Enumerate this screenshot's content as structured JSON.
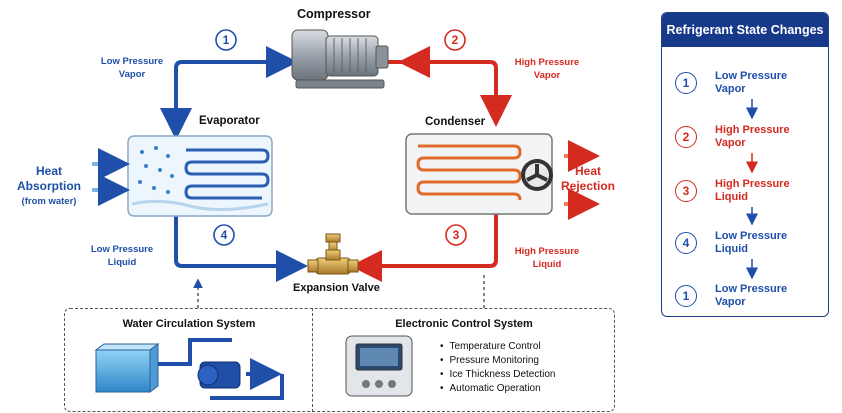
{
  "components": {
    "compressor": "Compressor",
    "evaporator": "Evaporator",
    "condenser": "Condenser",
    "expansion_valve": "Expansion Valve"
  },
  "stages": {
    "s1": {
      "num": "1",
      "label_line1": "Low Pressure",
      "label_line2": "Vapor"
    },
    "s2": {
      "num": "2",
      "label_line1": "High Pressure",
      "label_line2": "Vapor"
    },
    "s3": {
      "num": "3",
      "label_line1": "High Pressure",
      "label_line2": "Liquid"
    },
    "s4": {
      "num": "4",
      "label_line1": "Low Pressure",
      "label_line2": "Liquid"
    }
  },
  "heat_absorption": {
    "line1": "Heat",
    "line2": "Absorption",
    "line3": "(from water)"
  },
  "heat_rejection": {
    "line1": "Heat",
    "line2": "Rejection"
  },
  "legend": {
    "title": "Refrigerant State Changes",
    "items": [
      {
        "num": "1",
        "line1": "Low Pressure",
        "line2": "Vapor",
        "color": "#1f4fa8"
      },
      {
        "num": "2",
        "line1": "High Pressure",
        "line2": "Vapor",
        "color": "#d42a20"
      },
      {
        "num": "3",
        "line1": "High Pressure",
        "line2": "Liquid",
        "color": "#d42a20"
      },
      {
        "num": "4",
        "line1": "Low Pressure",
        "line2": "Liquid",
        "color": "#1f4fa8"
      },
      {
        "num": "1",
        "line1": "Low Pressure",
        "line2": "Vapor",
        "color": "#1f4fa8"
      }
    ]
  },
  "water_system": {
    "title": "Water Circulation System"
  },
  "control_system": {
    "title": "Electronic Control System",
    "features": [
      "Temperature Control",
      "Pressure Monitoring",
      "Ice Thickness Detection",
      "Automatic Operation"
    ]
  },
  "colors": {
    "low_pressure": "#1f4fa8",
    "high_pressure": "#d42a20",
    "legend_header": "#17398a"
  }
}
